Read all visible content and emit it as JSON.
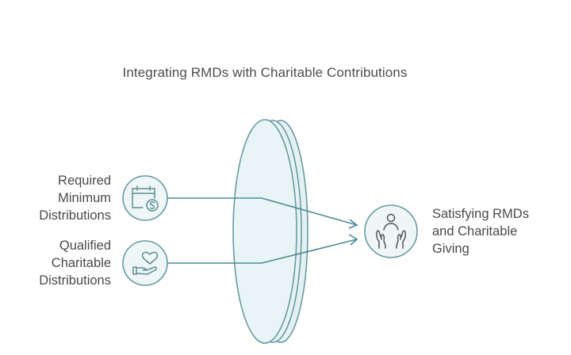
{
  "title": "Integrating RMDs with Charitable Contributions",
  "inputs": [
    {
      "label_lines": [
        "Required",
        "Minimum",
        "Distributions"
      ],
      "icon": "calendar-dollar-icon"
    },
    {
      "label_lines": [
        "Qualified",
        "Charitable",
        "Distributions"
      ],
      "icon": "heart-hand-icon"
    }
  ],
  "filter": {
    "shape": "lens"
  },
  "output": {
    "label_lines": [
      "Satisfying RMDs",
      "and Charitable",
      "Giving"
    ],
    "icon": "person-in-hands-icon"
  },
  "colors": {
    "stroke": "#5e8d93",
    "lens_fill": "#e8f4f6",
    "circle_fill": "#eef6f7",
    "line": "#4f8b95",
    "text": "#4a4a4a"
  }
}
